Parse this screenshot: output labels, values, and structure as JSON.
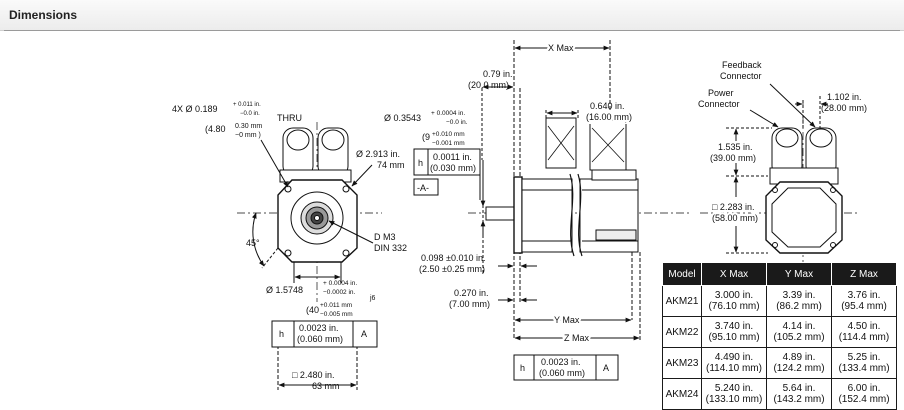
{
  "header": {
    "title": "Dimensions"
  },
  "front_view": {
    "holes_line1": "4X Ø 0.189",
    "holes_tol_in_plus": "+ 0.011 in.",
    "holes_tol_in_minus": "−0.0 in.",
    "holes_thru": "THRU",
    "holes_mm": "(4.80",
    "holes_tol_mm_plus": "0.30 mm",
    "holes_tol_mm_minus": "−0 mm )",
    "bolt_circle_in": "Ø 2.913 in.",
    "bolt_circle_mm": "74 mm",
    "thread_line1": "D M3",
    "thread_line2": "DIN 332",
    "angle": "45°",
    "pilot_dia": "Ø 1.5748",
    "pilot_tol_plus": "+ 0.0004 in.",
    "pilot_tol_minus": "−0.0002 in.",
    "pilot_mm": "(40",
    "pilot_mm_plus": "+0.011 mm",
    "pilot_mm_minus": "−0.005 mm",
    "pilot_fit": "j6",
    "fcf_symbol": "h",
    "fcf_value_in": "0.0023 in.",
    "fcf_value_mm": "(0.060 mm)",
    "fcf_datum": "A",
    "flange_in": "□ 2.480 in.",
    "flange_mm": "63 mm"
  },
  "side_view": {
    "x_max": "X Max",
    "y_max": "Y Max",
    "z_max": "Z Max",
    "flange_offset_in": "0.79 in.",
    "flange_offset_mm": "(20.0 mm)",
    "shaft_dia": "Ø 0.3543",
    "shaft_tol_plus": "+ 0.0004 in.",
    "shaft_tol_minus": "−0.0 in.",
    "shaft_mm": "(9",
    "shaft_mm_plus": "+0.010 mm",
    "shaft_mm_minus": "−0.001 mm",
    "runout_symbol": "h",
    "runout_in": "0.0011 in.",
    "runout_mm": "(0.030 mm)",
    "datum_label": "-A-",
    "conn_len_in": "0.640 in.",
    "conn_len_mm": "(16.00 mm)",
    "rabbet_in": "0.098 ±0.010 in.",
    "rabbet_mm": "(2.50 ±0.25 mm)",
    "flange_thk_in": "0.270 in.",
    "flange_thk_mm": "(7.00 mm)",
    "fcf_symbol": "h",
    "fcf_value_in": "0.0023 in.",
    "fcf_value_mm": "(0.060 mm)",
    "fcf_datum": "A"
  },
  "rear_view": {
    "feedback_line1": "Feedback",
    "feedback_line2": "Connector",
    "power_line1": "Power",
    "power_line2": "Connector",
    "conn_offset_in": "1.102 in.",
    "conn_offset_mm": "(28.00 mm)",
    "conn_height_in": "1.535 in.",
    "conn_height_mm": "(39.00 mm)",
    "body_in": "□ 2.283 in.",
    "body_mm": "(58.00 mm)"
  },
  "table": {
    "headers": [
      "Model",
      "X Max",
      "Y Max",
      "Z Max"
    ],
    "rows": [
      {
        "model": "AKM21",
        "x_in": "3.000 in.",
        "x_mm": "(76.10 mm)",
        "y_in": "3.39 in.",
        "y_mm": "(86.2 mm)",
        "z_in": "3.76 in.",
        "z_mm": "(95.4 mm)"
      },
      {
        "model": "AKM22",
        "x_in": "3.740 in.",
        "x_mm": "(95.10 mm)",
        "y_in": "4.14 in.",
        "y_mm": "(105.2 mm)",
        "z_in": "4.50 in.",
        "z_mm": "(114.4 mm)"
      },
      {
        "model": "AKM23",
        "x_in": "4.490 in.",
        "x_mm": "(114.10 mm)",
        "y_in": "4.89 in.",
        "y_mm": "(124.2 mm)",
        "z_in": "5.25 in.",
        "z_mm": "(133.4 mm)"
      },
      {
        "model": "AKM24",
        "x_in": "5.240 in.",
        "x_mm": "(133.10 mm)",
        "y_in": "5.64 in.",
        "y_mm": "(143.2 mm)",
        "z_in": "6.00 in.",
        "z_mm": "(152.4 mm)"
      }
    ]
  }
}
